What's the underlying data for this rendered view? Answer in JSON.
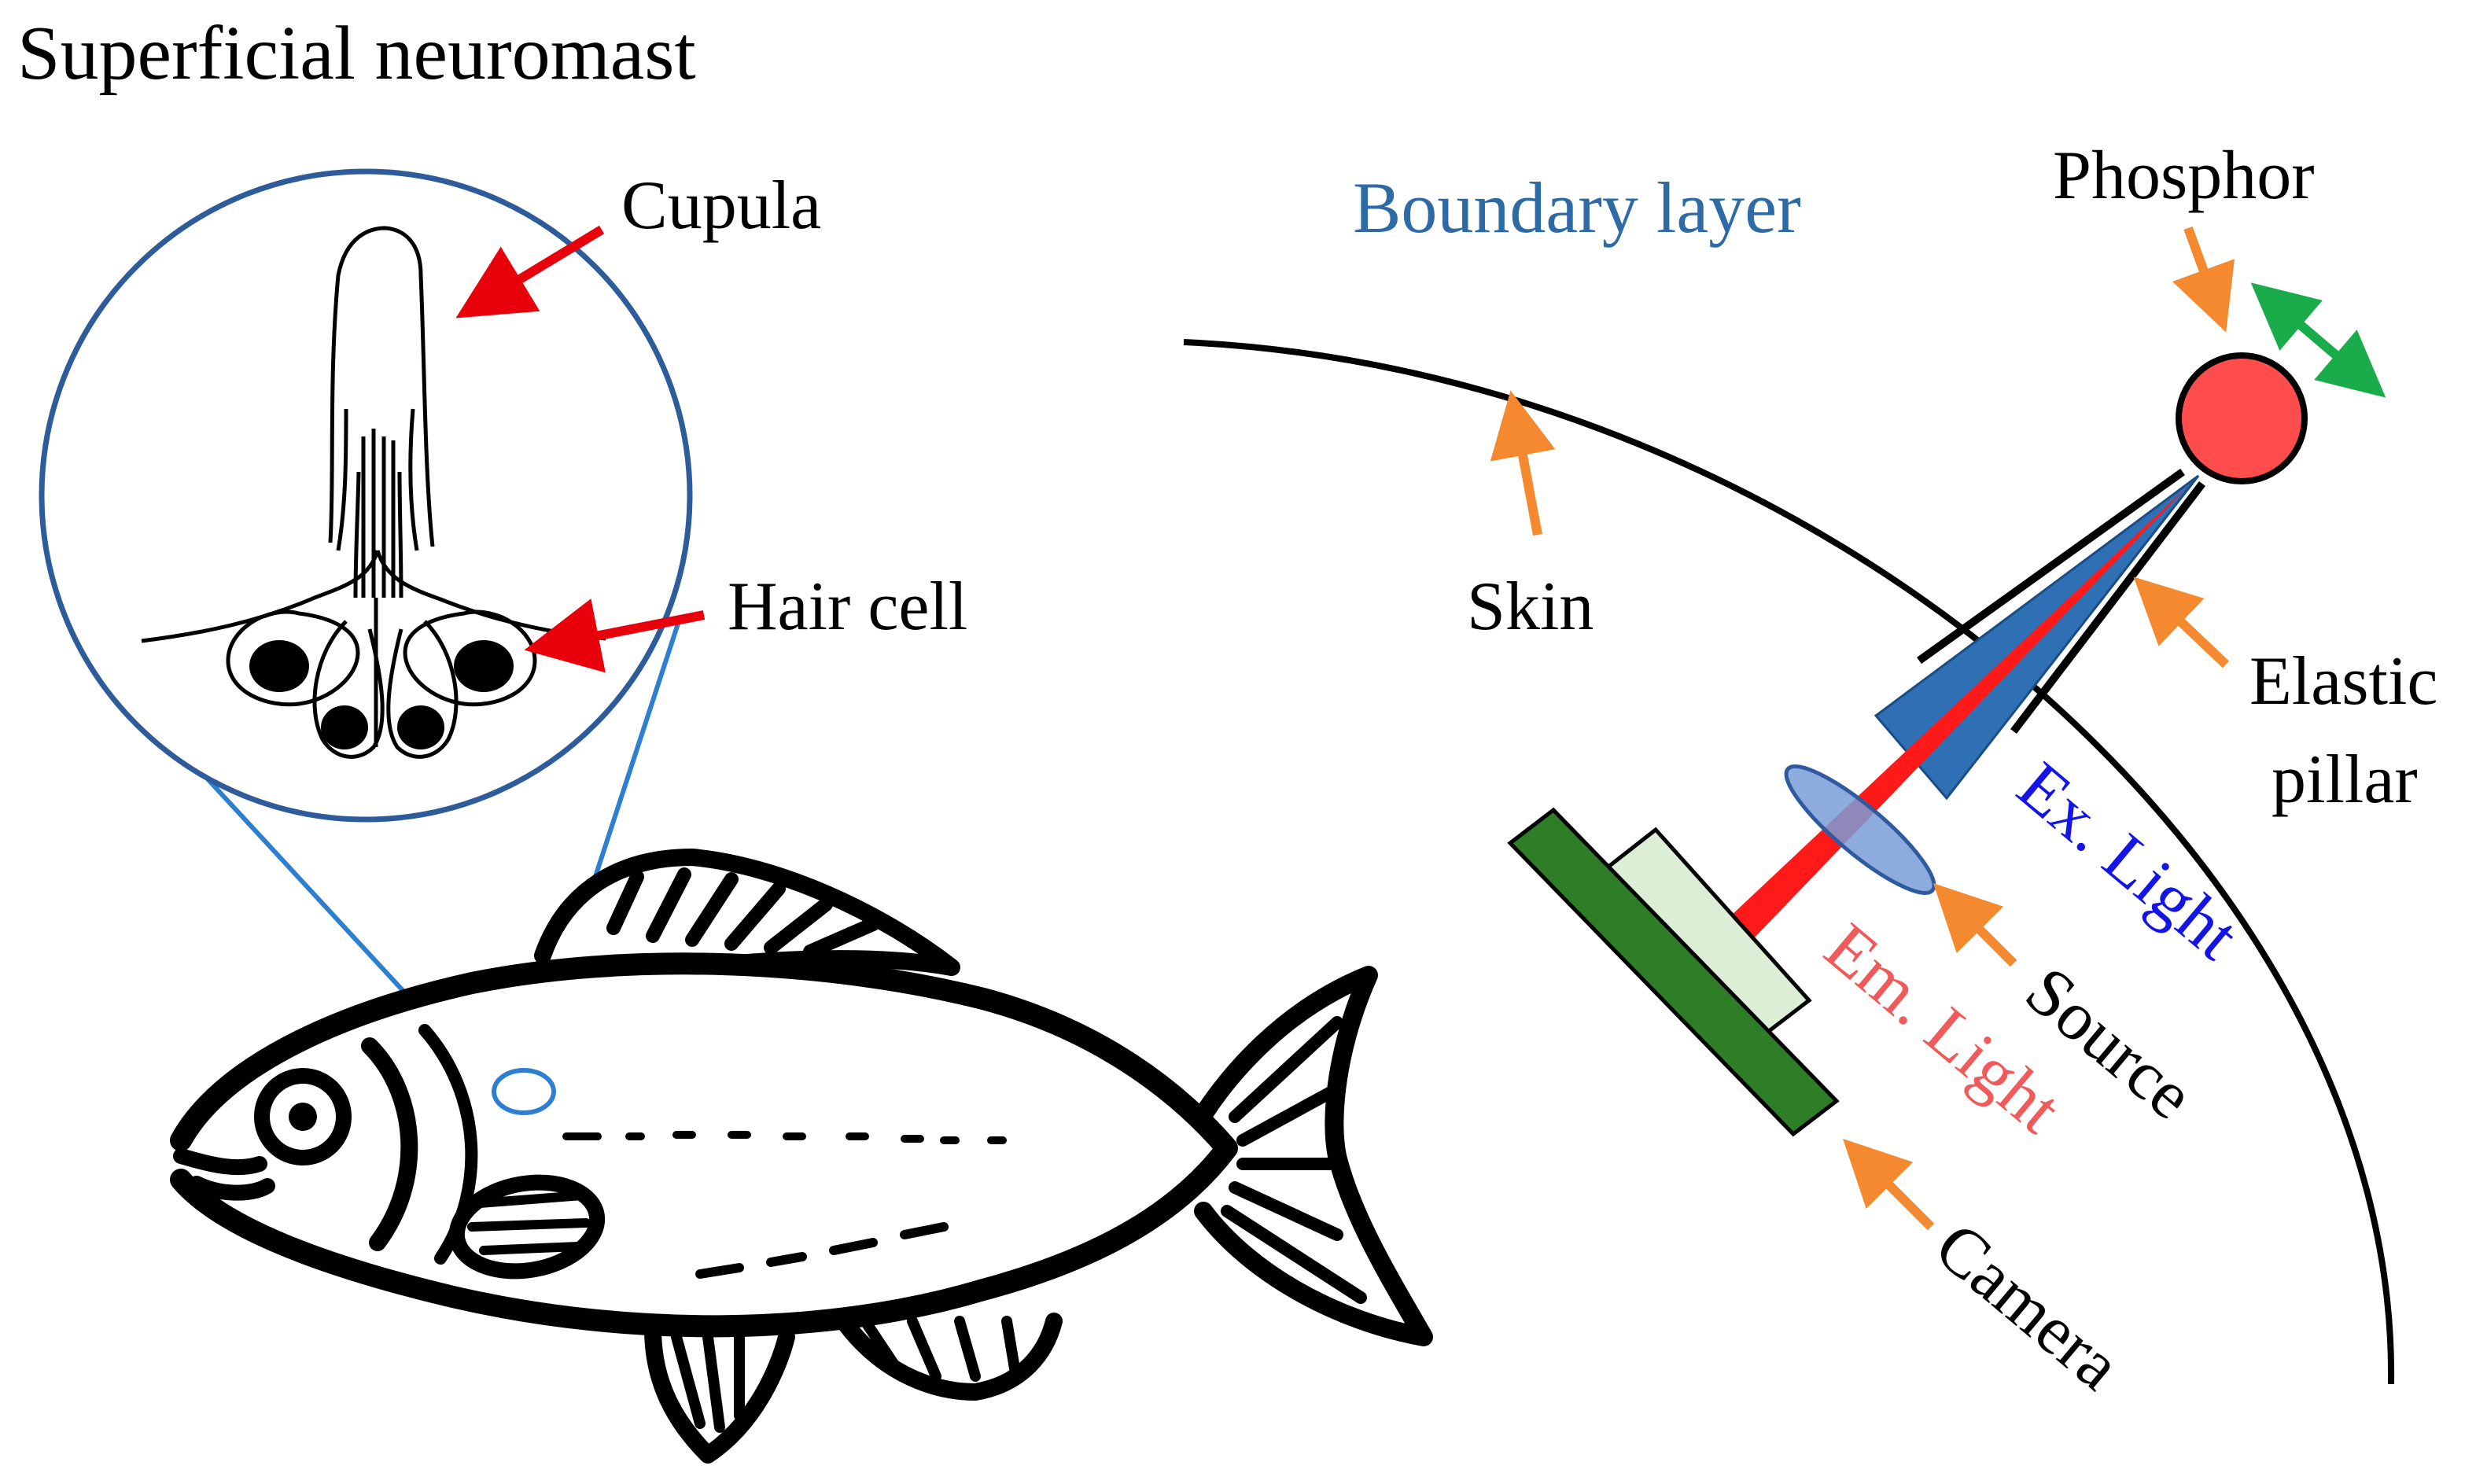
{
  "title": "Superficial neuromast",
  "labels": {
    "cupula": "Cupula",
    "hair_cell": "Hair cell",
    "boundary_layer": "Boundary layer",
    "phosphor": "Phosphor",
    "skin": "Skin",
    "elastic": "Elastic",
    "pillar": "pillar",
    "ex_light": "Ex. Light",
    "source": "Source",
    "em_light": "Em. Light",
    "camera": "Camera"
  },
  "colors": {
    "red_arrow": "#e8000b",
    "orange_arrow": "#f5892f",
    "green_arrow": "#1aab4a",
    "zoom_circle": "#2e5c9a",
    "zoom_lines": "#2f7fd0",
    "boundary_text": "#2e6ba6",
    "ex_light_text": "#1414e6",
    "em_light_text": "#f05a5a",
    "phosphor_fill": "#ff4d4d",
    "camera_green": "#2e7d27",
    "sensor_green": "#dceed6",
    "lens_blue": "#7a9cd8",
    "cone_blue": "#2f6fb3",
    "beam_red": "#ff1a1a"
  },
  "icons": [
    "neuromast-illustration",
    "fish-illustration",
    "sensor-schematic"
  ]
}
